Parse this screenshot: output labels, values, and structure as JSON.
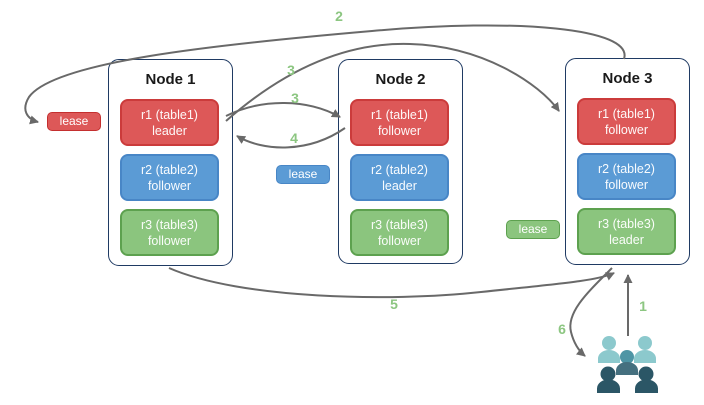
{
  "nodes": [
    {
      "title": "Node 1",
      "replicas": [
        {
          "name": "r1 (table1)",
          "role": "leader"
        },
        {
          "name": "r2 (table2)",
          "role": "follower"
        },
        {
          "name": "r3 (table3)",
          "role": "follower"
        }
      ]
    },
    {
      "title": "Node 2",
      "replicas": [
        {
          "name": "r1 (table1)",
          "role": "follower"
        },
        {
          "name": "r2 (table2)",
          "role": "leader"
        },
        {
          "name": "r3 (table3)",
          "role": "follower"
        }
      ]
    },
    {
      "title": "Node 3",
      "replicas": [
        {
          "name": "r1 (table1)",
          "role": "follower"
        },
        {
          "name": "r2 (table2)",
          "role": "follower"
        },
        {
          "name": "r3 (table3)",
          "role": "leader"
        }
      ]
    }
  ],
  "leases": [
    {
      "label": "lease",
      "table": "table1",
      "color": "red"
    },
    {
      "label": "lease",
      "table": "table2",
      "color": "blue"
    },
    {
      "label": "lease",
      "table": "table3",
      "color": "green"
    }
  ],
  "steps": {
    "n1": "1",
    "n2": "2",
    "n3a": "3",
    "n3b": "3",
    "n4": "4",
    "n5": "5",
    "n6": "6"
  },
  "icons": {
    "users": "users-group-icon"
  },
  "colors": {
    "replica_red": "#dd5858",
    "replica_red_border": "#cb3b3b",
    "replica_blue": "#5b9bd5",
    "replica_blue_border": "#4886c6",
    "replica_green": "#8bc57e",
    "replica_green_border": "#5da14f",
    "node_border": "#1f3a63",
    "arrow": "#696969",
    "step_number": "#8cc681",
    "users_light": "#8cc9cd",
    "users_mid": "#4e95a5",
    "users_mid_dark": "#45707f",
    "users_dark": "#2b5666"
  }
}
